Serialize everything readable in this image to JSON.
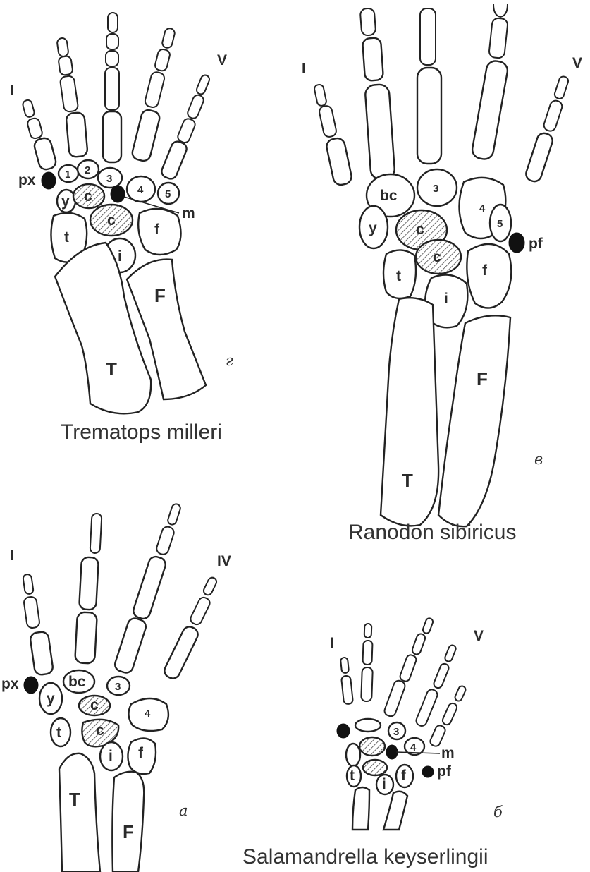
{
  "panels": {
    "g": {
      "species": "Trematops milleri",
      "letter": "г",
      "digit_first": "I",
      "digit_last": "V",
      "labels": {
        "px": "px",
        "d1": "1",
        "d2": "2",
        "d3": "3",
        "d4": "4",
        "d5": "5",
        "y": "y",
        "c1": "c",
        "c2": "c",
        "t": "t",
        "f": "f",
        "i": "i",
        "m": "m",
        "F": "F",
        "T": "T"
      }
    },
    "v": {
      "species": "Ranodon sibiricus",
      "letter": "в",
      "digit_first": "I",
      "digit_last": "V",
      "labels": {
        "bc": "bc",
        "d3": "3",
        "d4": "4",
        "d5": "5",
        "y": "y",
        "c1": "c",
        "c2": "c",
        "t": "t",
        "f": "f",
        "i": "i",
        "pf": "pf",
        "F": "F",
        "T": "T"
      }
    },
    "a": {
      "letter": "а",
      "digit_first": "I",
      "digit_last": "IV",
      "labels": {
        "px": "px",
        "bc": "bc",
        "d3": "3",
        "d4": "4",
        "y": "y",
        "c1": "c",
        "c2": "c",
        "t": "t",
        "i": "i",
        "f": "f",
        "T": "T",
        "F": "F"
      }
    },
    "b": {
      "species": "Salamandrella keyserlingii",
      "letter": "б",
      "digit_first": "I",
      "digit_last": "V",
      "labels": {
        "d3": "3",
        "d4": "4",
        "m": "m",
        "pf": "pf",
        "t": "t",
        "i": "i",
        "f": "f"
      }
    }
  }
}
